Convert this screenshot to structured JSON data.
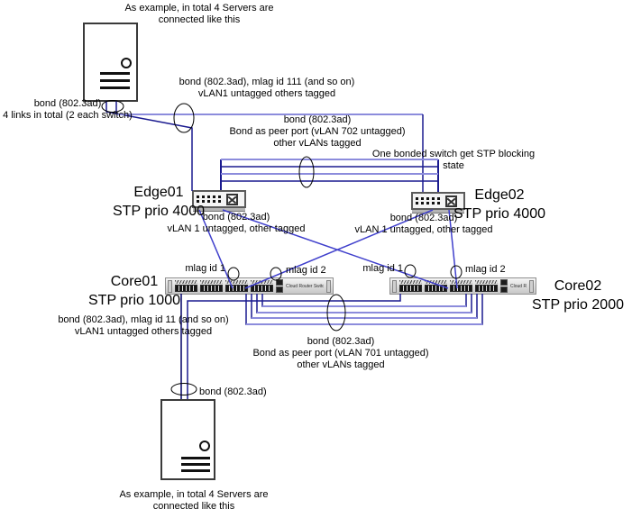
{
  "colors": {
    "link_light": "#8c8cdc",
    "link_dark": "#1a1a8f",
    "link_darker": "#000066",
    "link_blue": "#4040cc",
    "outline": "#000000"
  },
  "notes": {
    "server_top": [
      "As example, in total 4 Servers are",
      "connected like this"
    ],
    "server_top_bond": [
      "bond (802.3ad)",
      "4 links in total (2 each switch)"
    ],
    "server_uplink_bond": [
      "bond (802.3ad), mlag id 111 (and so on)",
      "vLAN1 untagged others tagged"
    ],
    "edge_peer_bond": [
      "bond (802.3ad)",
      "Bond as peer port (vLAN 702 untagged)",
      "other vLANs tagged"
    ],
    "stp_blocking": [
      "One bonded switch get STP blocking",
      "state"
    ],
    "edge01_bond": [
      "bond (802.3ad)",
      "vLAN 1 untagged, other tagged"
    ],
    "edge02_bond": [
      "bond (802.3ad)",
      "vLAN 1 untagged, other tagged"
    ],
    "core01_bond": [
      "bond (802.3ad), mlag id 11 (and so on)",
      "vLAN1 untagged others tagged"
    ],
    "core_peer_bond": [
      "bond (802.3ad)",
      "Bond as peer port (vLAN 701 untagged)",
      "other vLANs tagged"
    ],
    "server_bottom_bond": "bond (802.3ad)",
    "server_bottom": [
      "As example, in total 4 Servers are",
      "connected like this"
    ]
  },
  "devices": {
    "edge01": {
      "name": "Edge01",
      "stp": "STP prio 4000"
    },
    "edge02": {
      "name": "Edge02",
      "stp": "STP prio 4000"
    },
    "core01": {
      "name": "Core01",
      "stp": "STP prio 1000",
      "model": "Cloud Router Switch"
    },
    "core02": {
      "name": "Core02",
      "stp": "STP prio 2000",
      "model": "Cloud Router Switch"
    }
  },
  "mlag": {
    "core01_m1": "mlag id 1",
    "core01_m2": "mlag id 2",
    "core02_m1": "mlag id 1",
    "core02_m2": "mlag id 2"
  }
}
